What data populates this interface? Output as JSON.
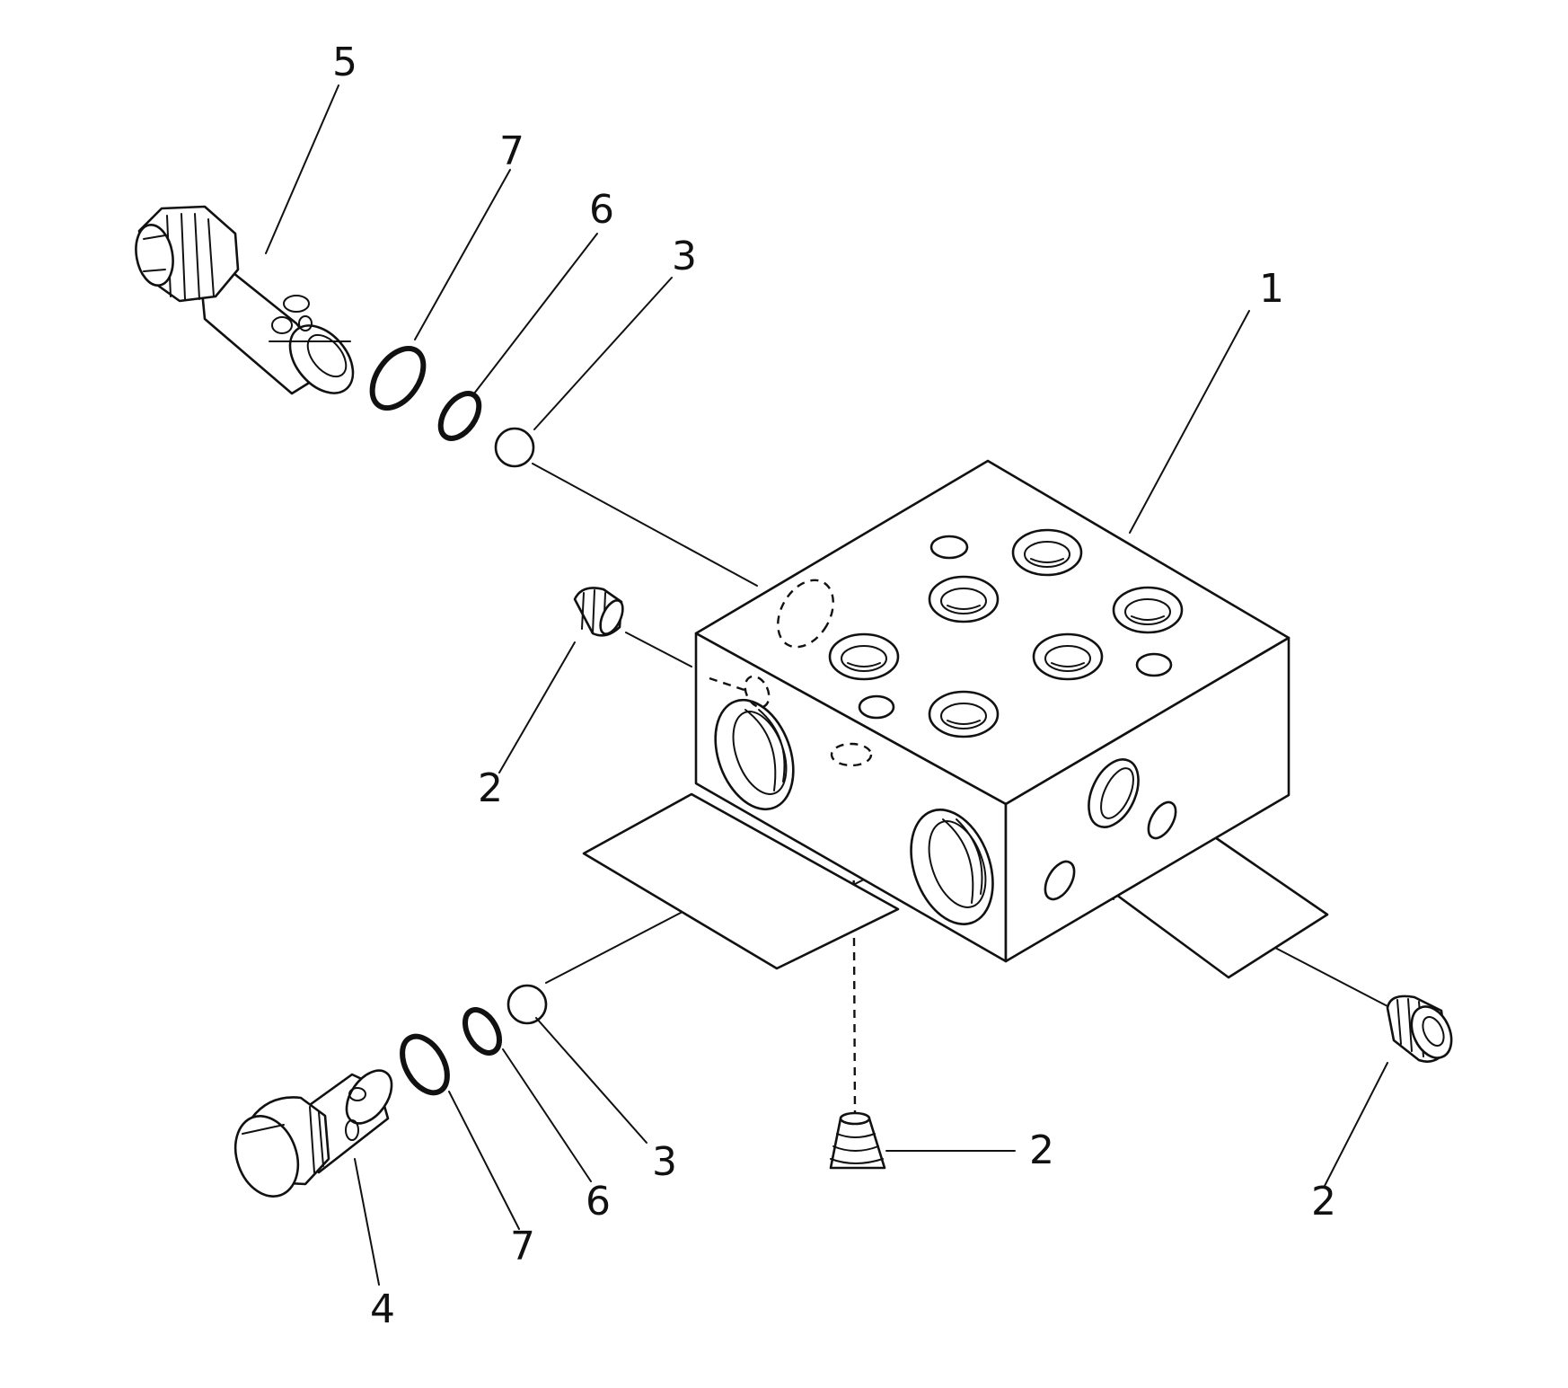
{
  "callouts": {
    "c1": "1",
    "c2a": "2",
    "c2b": "2",
    "c2c": "2",
    "c3a": "3",
    "c3b": "3",
    "c4": "4",
    "c5": "5",
    "c6a": "6",
    "c6b": "6",
    "c7a": "7",
    "c7b": "7"
  }
}
